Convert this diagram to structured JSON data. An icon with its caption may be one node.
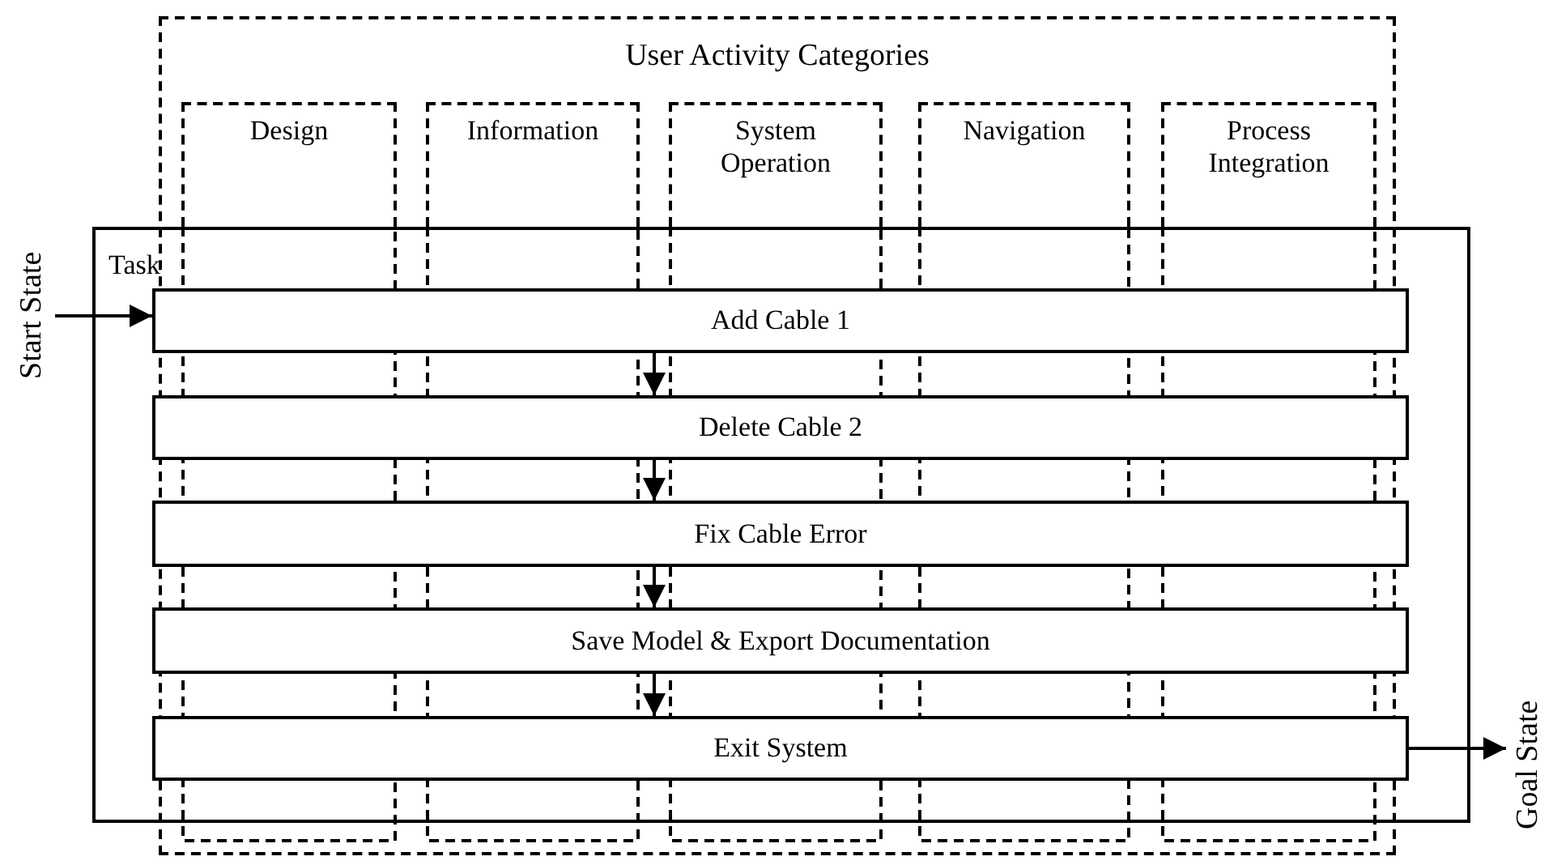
{
  "diagram": {
    "nodes": [
      {
        "text": [
          "User Activity Categories"
        ]
      },
      {
        "text": [
          "Design"
        ],
        "in": 0
      },
      {
        "text": [
          "Information"
        ],
        "in": 0
      },
      {
        "text": [
          "System Operation"
        ],
        "in": 0
      },
      {
        "text": [
          "Navigation"
        ],
        "in": 0
      },
      {
        "text": [
          "Process Integration"
        ],
        "in": 0
      },
      {
        "text": [
          "Task"
        ]
      },
      {
        "text": [
          "Add Cable 1"
        ],
        "in": 6
      },
      {
        "text": [
          "Delete Cable 2"
        ],
        "in": 6
      },
      {
        "text": [
          "Fix Cable Error"
        ],
        "in": 6
      },
      {
        "text": [
          "Save Model & Export Documentation"
        ],
        "in": 6
      },
      {
        "text": [
          "Exit System"
        ],
        "in": 6
      },
      {
        "text": [
          "Start State"
        ]
      },
      {
        "text": [
          "Goal State"
        ]
      }
    ],
    "edges": [
      {
        "from": 12,
        "to": 7,
        "arrow": "to"
      },
      {
        "from": 7,
        "to": 8,
        "arrow": "to"
      },
      {
        "from": 8,
        "to": 9,
        "arrow": "to"
      },
      {
        "from": 9,
        "to": 10,
        "arrow": "to"
      },
      {
        "from": 10,
        "to": 11,
        "arrow": "to"
      },
      {
        "from": 11,
        "to": 13,
        "arrow": "to"
      }
    ]
  }
}
